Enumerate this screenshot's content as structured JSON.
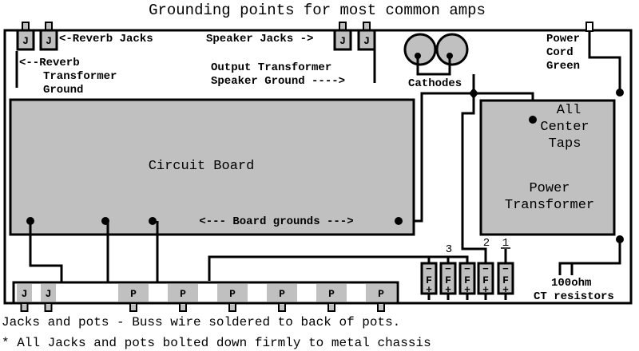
{
  "title": "Grounding points for most common amps",
  "labels": {
    "reverb_jacks": "<-Reverb Jacks",
    "reverb_transformer": [
      "<--Reverb",
      "Transformer",
      "Ground"
    ],
    "speaker_jacks": "Speaker Jacks ->",
    "output_transformer": [
      "Output Transformer",
      "Speaker Ground ---->"
    ],
    "cathodes": "Cathodes",
    "power_cord": [
      "Power",
      "Cord",
      "Green"
    ],
    "circuit_board": "Circuit Board",
    "board_grounds": "<--- Board grounds --->",
    "center_taps": [
      "All",
      "Center",
      "Taps"
    ],
    "power_transformer": [
      "Power",
      "Transformer"
    ],
    "ct_resistors": [
      "100ohm",
      "CT resistors"
    ]
  },
  "components": {
    "jack_letter": "J",
    "pot_letter": "P",
    "filter_cap": {
      "minus": "−",
      "letter": "F",
      "plus": "+"
    },
    "filter_numbers": [
      "3",
      "2",
      "1"
    ]
  },
  "notes": [
    "Jacks and pots - Buss wire soldered to back of pots.",
    "* All Jacks and pots bolted down firmly to metal chassis"
  ],
  "colors": {
    "component_fill": "#c0c0c0",
    "line": "#000000",
    "background": "#ffffff"
  }
}
